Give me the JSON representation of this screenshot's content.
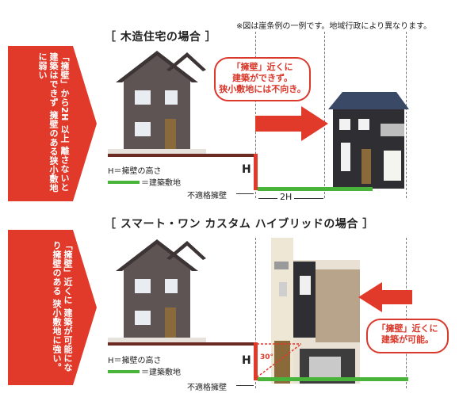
{
  "note": "※図は崖条例の一例です。地域行政により異なります。",
  "top": {
    "title": "［ 木造住宅の場合 ］",
    "side_label": "「擁壁」から2H 以上 離さないと建築はできず 擁壁のある狭小敷地に弱い",
    "bubble": [
      "「擁壁」近くに",
      "建築ができず。",
      "狭小敷地には不向き。"
    ],
    "legend_h": "H＝擁壁の高さ",
    "legend_site": "＝建築敷地",
    "h_label": "H",
    "wall_label": "不適格擁壁",
    "distance_label": "2H"
  },
  "bottom": {
    "title": "［ スマート・ワン カスタム ハイブリッドの場合 ］",
    "side_label": "「擁壁」近くに 建築が可能になり擁壁のある 狭小敷地に強い。",
    "bubble": [
      "「擁壁」近くに",
      "建築が可能。"
    ],
    "legend_h": "H＝擁壁の高さ",
    "legend_site": "＝建築敷地",
    "h_label": "H",
    "angle_label": "30°",
    "wall_label": "不適格擁壁"
  },
  "colors": {
    "red": "#e23a2a",
    "green": "#49b43a",
    "brown": "#6b2a22",
    "roof": "#4a4142",
    "wall": "#5e5453"
  }
}
